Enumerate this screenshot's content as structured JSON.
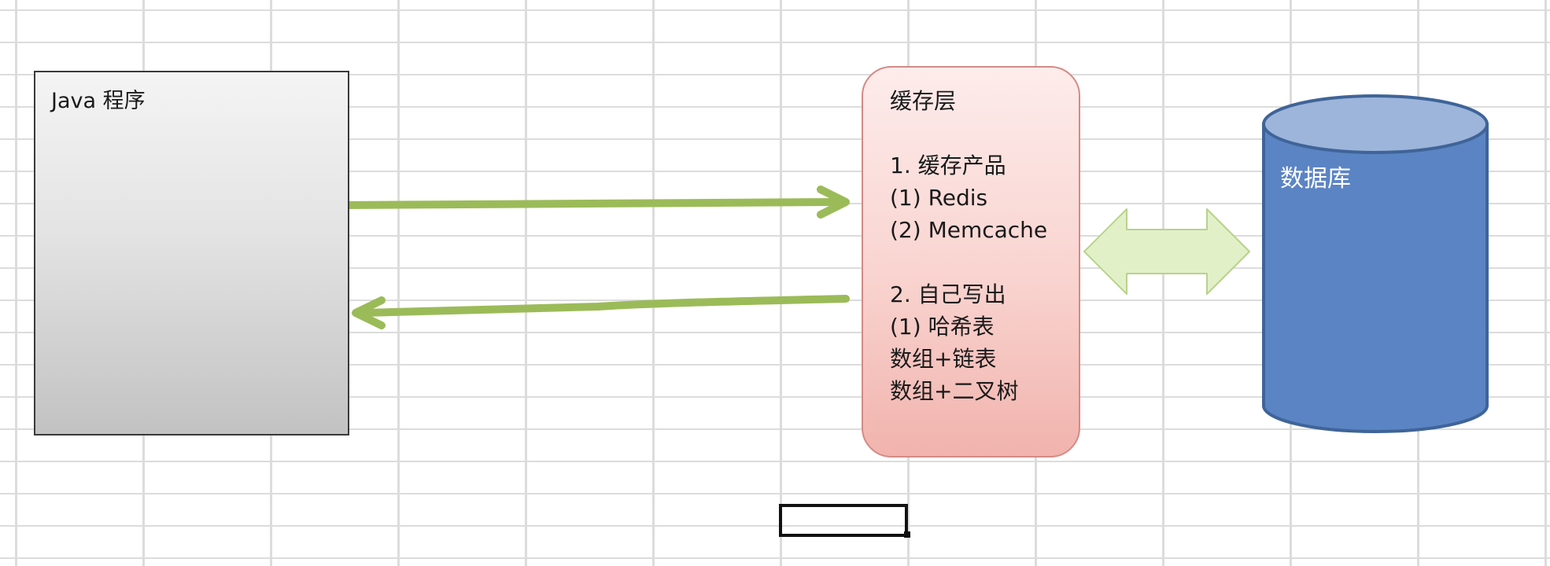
{
  "diagram": {
    "java_program": {
      "label": "Java 程序"
    },
    "cache_layer": {
      "lines": [
        "缓存层",
        "",
        "1. 缓存产品",
        "(1) Redis",
        "(2) Memcache",
        "",
        "2. 自己写出",
        "(1) 哈希表",
        "数组+链表",
        "数组+二叉树"
      ]
    },
    "database": {
      "label": "数据库"
    },
    "colors": {
      "arrow_green": "#9bbb59",
      "double_arrow_fill": "#e2f0c8",
      "database_blue": "#5b84c4",
      "database_top": "#9db5da",
      "cache_fill": "#f8cfcb",
      "java_fill": "#d9d9d9"
    }
  }
}
